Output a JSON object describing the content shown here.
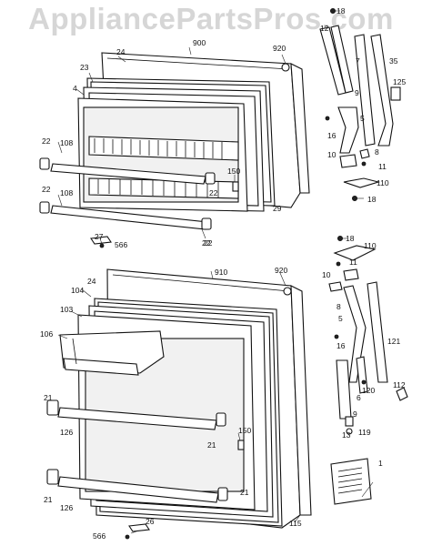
{
  "watermark": "AppliancePartsPros.com",
  "callouts": [
    {
      "id": "t18",
      "text": "18"
    },
    {
      "id": "t12",
      "text": "12"
    },
    {
      "id": "t24",
      "text": "24"
    },
    {
      "id": "t900",
      "text": "900"
    },
    {
      "id": "t920",
      "text": "920"
    },
    {
      "id": "t7",
      "text": "7"
    },
    {
      "id": "t35",
      "text": "35"
    },
    {
      "id": "t23",
      "text": "23"
    },
    {
      "id": "t125",
      "text": "125"
    },
    {
      "id": "t4",
      "text": "4"
    },
    {
      "id": "t9",
      "text": "9"
    },
    {
      "id": "t5",
      "text": "5"
    },
    {
      "id": "t16",
      "text": "16"
    },
    {
      "id": "t22a",
      "text": "22"
    },
    {
      "id": "t108a",
      "text": "108"
    },
    {
      "id": "t10",
      "text": "10"
    },
    {
      "id": "t8",
      "text": "8"
    },
    {
      "id": "t11",
      "text": "11"
    },
    {
      "id": "t150a",
      "text": "150"
    },
    {
      "id": "t110",
      "text": "110"
    },
    {
      "id": "t22b",
      "text": "22"
    },
    {
      "id": "t108b",
      "text": "108"
    },
    {
      "id": "t22c",
      "text": "22"
    },
    {
      "id": "t29",
      "text": "29"
    },
    {
      "id": "t18b",
      "text": "18"
    },
    {
      "id": "t22d",
      "text": "22"
    },
    {
      "id": "t27",
      "text": "27"
    },
    {
      "id": "t566a",
      "text": "566"
    },
    {
      "id": "t22e",
      "text": "22"
    },
    {
      "id": "t18c",
      "text": "18"
    },
    {
      "id": "t110b",
      "text": "110"
    },
    {
      "id": "t11b",
      "text": "11"
    },
    {
      "id": "t24b",
      "text": "24"
    },
    {
      "id": "t910",
      "text": "910"
    },
    {
      "id": "t920b",
      "text": "920"
    },
    {
      "id": "t10b",
      "text": "10"
    },
    {
      "id": "t104",
      "text": "104"
    },
    {
      "id": "t8b",
      "text": "8"
    },
    {
      "id": "t103",
      "text": "103"
    },
    {
      "id": "t5b",
      "text": "5"
    },
    {
      "id": "t106",
      "text": "106"
    },
    {
      "id": "t16b",
      "text": "16"
    },
    {
      "id": "t121",
      "text": "121"
    },
    {
      "id": "t120",
      "text": "120"
    },
    {
      "id": "t112",
      "text": "112"
    },
    {
      "id": "t6",
      "text": "6"
    },
    {
      "id": "t21a",
      "text": "21"
    },
    {
      "id": "t9b",
      "text": "9"
    },
    {
      "id": "t126a",
      "text": "126"
    },
    {
      "id": "t13",
      "text": "13"
    },
    {
      "id": "t119",
      "text": "119"
    },
    {
      "id": "t21b",
      "text": "21"
    },
    {
      "id": "t150b",
      "text": "150"
    },
    {
      "id": "t1",
      "text": "1"
    },
    {
      "id": "t21c",
      "text": "21"
    },
    {
      "id": "t126b",
      "text": "126"
    },
    {
      "id": "t21d",
      "text": "21"
    },
    {
      "id": "t115",
      "text": "115"
    },
    {
      "id": "t26",
      "text": "26"
    },
    {
      "id": "t566b",
      "text": "566"
    }
  ]
}
